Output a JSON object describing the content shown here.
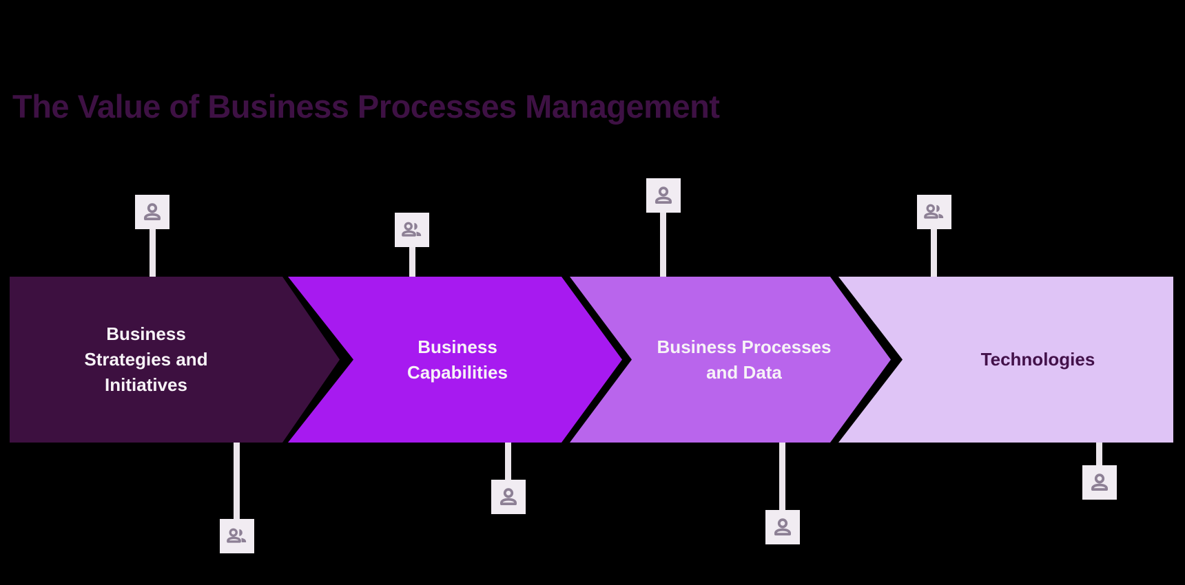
{
  "title": "The Value of Business Processes Management",
  "palette": {
    "background": "#000000",
    "title_color": "#3e1144",
    "connector_color": "#ece6ec",
    "icon_bg": "#f1ecf2",
    "icon_glyph": "#8d8095"
  },
  "arrows": [
    {
      "label": "Business\nStrategies and\nInitiatives",
      "fill": "#3d1040",
      "text_color": "#f7f3f7"
    },
    {
      "label": "Business\nCapabilities",
      "fill": "#a71af0",
      "text_color": "#f7f3f7"
    },
    {
      "label": "Business Processes\nand Data",
      "fill": "#b965ec",
      "text_color": "#f7f3f7"
    },
    {
      "label": "Technologies",
      "fill": "#dfc4f6",
      "text_color": "#43114a"
    }
  ],
  "markers": {
    "top": [
      {
        "icon": "person-icon"
      },
      {
        "icon": "people-icon"
      },
      {
        "icon": "person-icon"
      },
      {
        "icon": "people-icon"
      }
    ],
    "bottom": [
      {
        "icon": "people-icon"
      },
      {
        "icon": "person-icon"
      },
      {
        "icon": "person-icon"
      },
      {
        "icon": "person-icon"
      }
    ]
  }
}
